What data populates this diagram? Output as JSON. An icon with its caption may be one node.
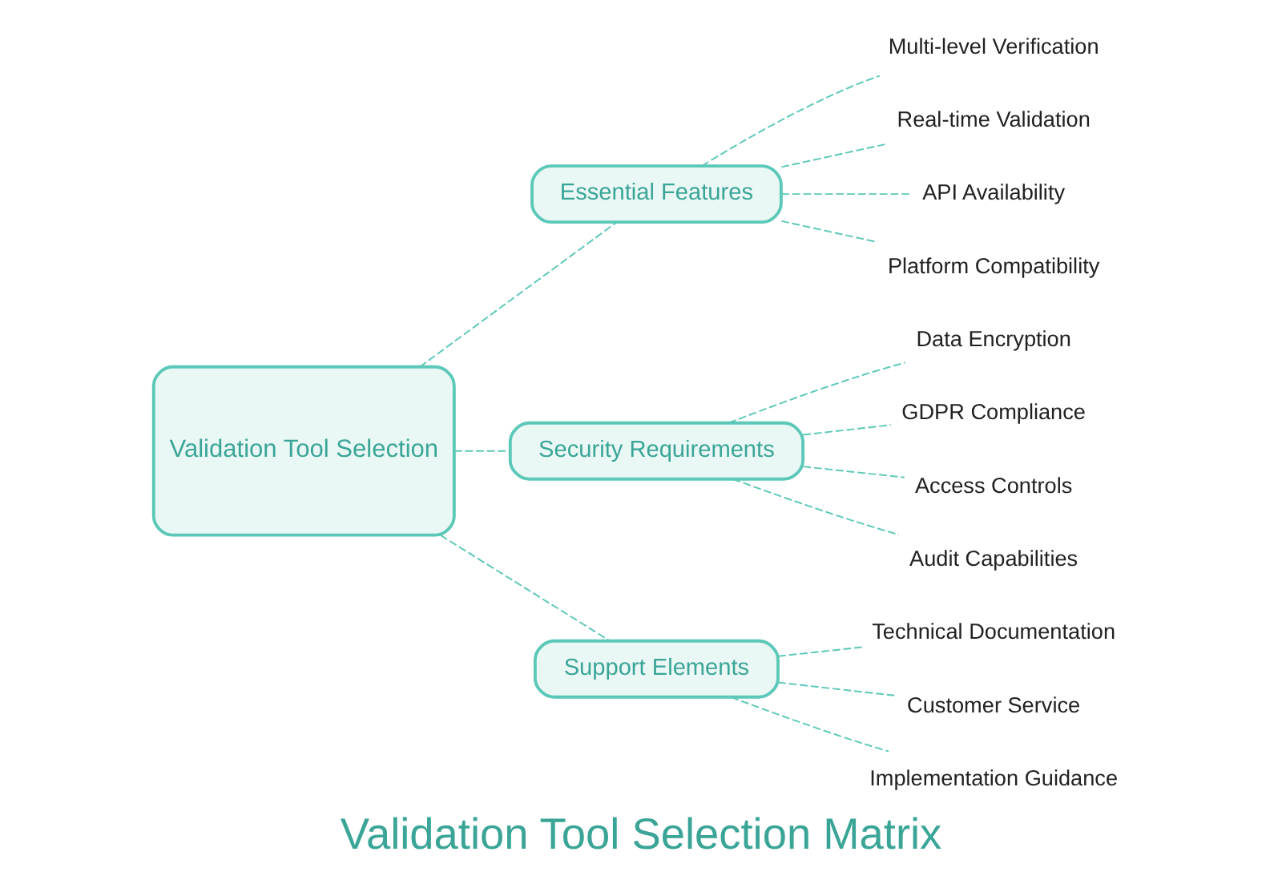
{
  "diagram": {
    "title": "Validation Tool Selection Matrix",
    "nodes": [
      {
        "text": [
          "Validation Tool Selection"
        ]
      },
      {
        "text": [
          "Essential Features"
        ]
      },
      {
        "text": [
          "Multi-level Verification"
        ]
      },
      {
        "text": [
          "Real-time Validation"
        ]
      },
      {
        "text": [
          "API Availability"
        ]
      },
      {
        "text": [
          "Platform Compatibility"
        ]
      },
      {
        "text": [
          "Security Requirements"
        ]
      },
      {
        "text": [
          "Data Encryption"
        ]
      },
      {
        "text": [
          "GDPR Compliance"
        ]
      },
      {
        "text": [
          "Access Controls"
        ]
      },
      {
        "text": [
          "Audit Capabilities"
        ]
      },
      {
        "text": [
          "Support Elements"
        ]
      },
      {
        "text": [
          "Technical Documentation"
        ]
      },
      {
        "text": [
          "Customer Service"
        ]
      },
      {
        "text": [
          "Implementation Guidance"
        ]
      }
    ],
    "edges": [
      {
        "from": 0,
        "to": 1,
        "arrow": "none",
        "style": "dashed"
      },
      {
        "from": 0,
        "to": 6,
        "arrow": "none",
        "style": "dashed"
      },
      {
        "from": 0,
        "to": 11,
        "arrow": "none",
        "style": "dashed"
      },
      {
        "from": 1,
        "to": 2,
        "arrow": "none",
        "style": "dashed"
      },
      {
        "from": 1,
        "to": 3,
        "arrow": "none",
        "style": "dashed"
      },
      {
        "from": 1,
        "to": 4,
        "arrow": "none",
        "style": "dashed"
      },
      {
        "from": 1,
        "to": 5,
        "arrow": "none",
        "style": "dashed"
      },
      {
        "from": 6,
        "to": 7,
        "arrow": "none",
        "style": "dashed"
      },
      {
        "from": 6,
        "to": 8,
        "arrow": "none",
        "style": "dashed"
      },
      {
        "from": 6,
        "to": 9,
        "arrow": "none",
        "style": "dashed"
      },
      {
        "from": 6,
        "to": 10,
        "arrow": "none",
        "style": "dashed"
      },
      {
        "from": 11,
        "to": 12,
        "arrow": "none",
        "style": "dashed"
      },
      {
        "from": 11,
        "to": 13,
        "arrow": "none",
        "style": "dashed"
      },
      {
        "from": 11,
        "to": 14,
        "arrow": "none",
        "style": "dashed"
      }
    ]
  }
}
